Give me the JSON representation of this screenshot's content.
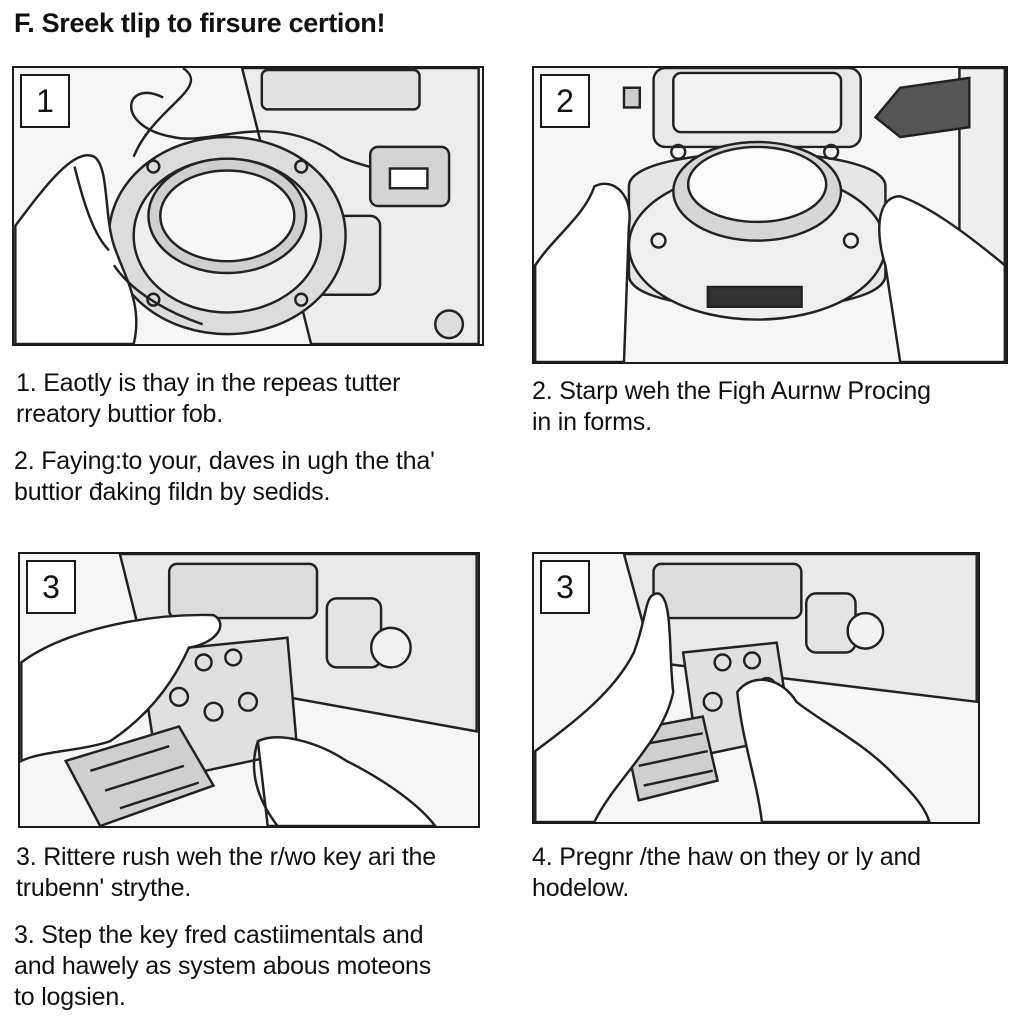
{
  "title": "F. Sreek tlip to firsure certion!",
  "steps": [
    {
      "number": "1",
      "caption": [
        "1. Eaotly is thay in the repeas tutter",
        "rreatory buttior fob."
      ]
    },
    {
      "number": "2",
      "caption": [
        "2. Starp weh the Figh Aurnw Procing",
        "in in forms."
      ]
    },
    {
      "number": "3",
      "caption": [
        "3. Rittere rush weh the r/wo key ari the",
        "trubenn' strythe."
      ]
    },
    {
      "number": "3",
      "caption": [
        "4. Pregnr /the haw on they or ly and",
        "hodelow."
      ]
    }
  ],
  "extra_captions": [
    {
      "lines": [
        "2. Faying:to your, daves in ugh the tha'",
        "buttior đaking fildn by sedids."
      ]
    },
    {
      "lines": [
        "3. Step the key fred castiimentals and",
        "and hawely as system abous moteons",
        "to logsien."
      ]
    }
  ]
}
